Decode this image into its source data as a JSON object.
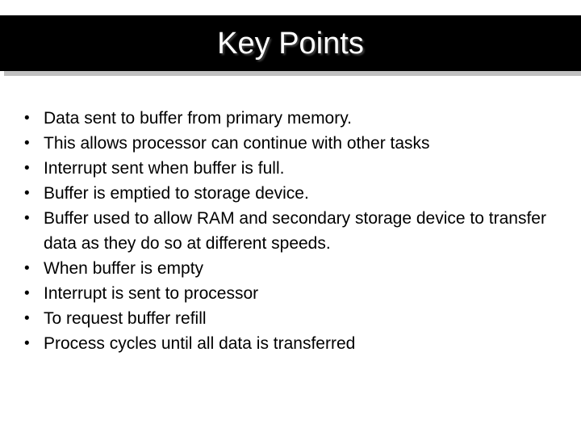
{
  "slide": {
    "title": "Key Points",
    "title_color": "#ffffff",
    "title_bar_color": "#000000",
    "title_shadow_color": "#c0c0c0",
    "background_color": "#ffffff",
    "body_text_color": "#000000",
    "bullet_glyph": "•",
    "bullets": [
      {
        "text": "Data sent to buffer from primary memory."
      },
      {
        "text": "This allows processor can continue with other tasks"
      },
      {
        "text": "Interrupt sent when buffer is full."
      },
      {
        "text": "Buffer is emptied to storage device."
      },
      {
        "text": "Buffer used to allow RAM and secondary storage device to transfer data as they do so at different speeds."
      },
      {
        "text": "When buffer is empty"
      },
      {
        "text": "Interrupt is sent to processor"
      },
      {
        "text": "To request buffer refill"
      },
      {
        "text": "Process cycles until all data is transferred"
      }
    ]
  }
}
